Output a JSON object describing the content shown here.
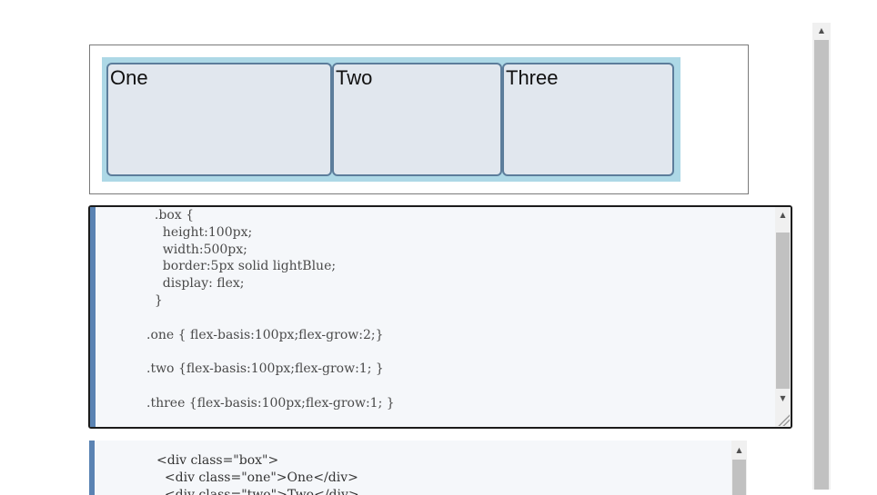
{
  "preview": {
    "items": [
      "One",
      "Two",
      "Three"
    ]
  },
  "css_editor": {
    "lines": [
      "  .box {",
      "    height:100px;",
      "    width:500px;",
      "    border:5px solid lightBlue;",
      "    display: flex;",
      "  }",
      "",
      ".one { flex-basis:100px;flex-grow:2;}",
      "",
      ".two {flex-basis:100px;flex-grow:1; }",
      "",
      ".three {flex-basis:100px;flex-grow:1; }"
    ]
  },
  "html_editor": {
    "lines": [
      "<div class=\"box\">",
      "  <div class=\"one\">One</div>",
      "  <div class=\"two\">Two</div>"
    ]
  },
  "icons": {
    "scroll_up": "▲",
    "scroll_down": "▼"
  },
  "colors": {
    "flex_border": "#add8e6",
    "item_background": "#e1e7ee",
    "item_border": "#5c7d9b",
    "gutter": "#5a83b3"
  }
}
